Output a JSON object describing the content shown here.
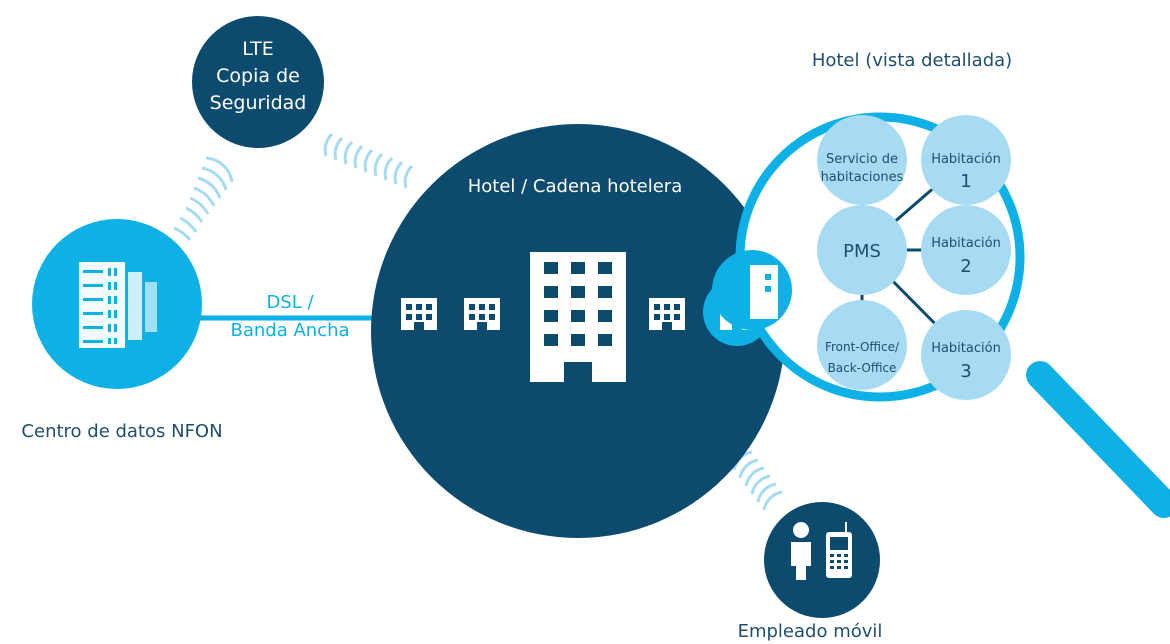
{
  "colors": {
    "dark_navy": "#0c4a6e",
    "cyan": "#0eb1e6",
    "light_blue": "#a6dbf3",
    "label_navy": "#1f4f6e",
    "white": "#ffffff"
  },
  "lte_node": {
    "lines": [
      "LTE",
      "Copia de",
      "Seguridad"
    ]
  },
  "datacenter": {
    "label": "Centro de datos NFON",
    "icon": "server-rack-icon"
  },
  "link": {
    "lines": [
      "DSL /",
      "Banda Ancha"
    ]
  },
  "hotel_main": {
    "title": "Hotel / Cadena hotelera",
    "icon": "building-icon"
  },
  "mobile": {
    "label": "Empleado móvil",
    "icons": [
      "person-icon",
      "phone-icon"
    ]
  },
  "detail": {
    "title": "Hotel (vista detallada)",
    "center": "PMS",
    "nodes": {
      "room_service": [
        "Servicio de",
        "habitaciones"
      ],
      "room1": [
        "Habitación",
        "1"
      ],
      "room2": [
        "Habitación",
        "2"
      ],
      "room3": [
        "Habitación",
        "3"
      ],
      "office": [
        "Front-Office/",
        "Back-Office"
      ]
    },
    "icon": "magnifier-icon"
  }
}
